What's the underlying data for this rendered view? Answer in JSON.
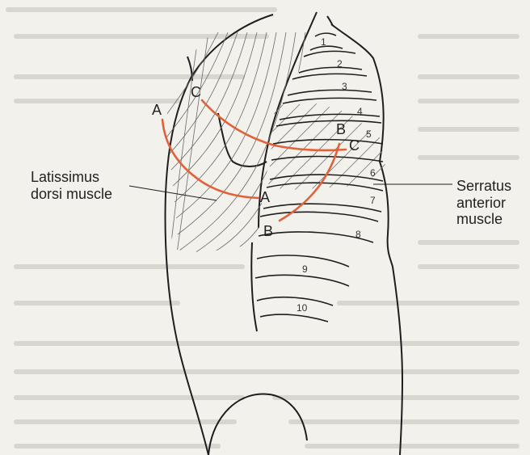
{
  "labels": {
    "latissimus": [
      "Latissimus",
      "dorsi muscle"
    ],
    "serratus": [
      "Serratus",
      "anterior",
      "muscle"
    ]
  },
  "incision_lines": {
    "a_top": "A",
    "a_bottom": "A",
    "b_top": "B",
    "b_bottom": "B",
    "c_top": "C",
    "c_bottom": "C"
  },
  "ribs": [
    "1",
    "2",
    "3",
    "4",
    "5",
    "6",
    "7",
    "8",
    "9",
    "10"
  ],
  "colors": {
    "incision": "#e0623a",
    "outline": "#1e1e1e",
    "background": "#f3f1ec"
  }
}
